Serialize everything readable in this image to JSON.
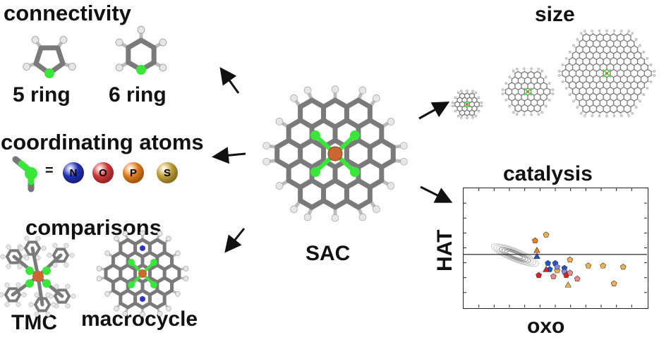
{
  "labels": {
    "connectivity": "connectivity",
    "ring5": "5 ring",
    "ring6": "6 ring",
    "coordinating": "coordinating atoms",
    "comparisons": "comparisons",
    "tmc": "TMC",
    "macrocycle": "macrocycle",
    "sac": "SAC",
    "size": "size",
    "catalysis": "catalysis"
  },
  "equals_sign": "=",
  "coordinating_atoms": [
    {
      "symbol": "N",
      "color": "#2233bb",
      "text_color": "#000"
    },
    {
      "symbol": "O",
      "color": "#d93a3a",
      "text_color": "#000"
    },
    {
      "symbol": "P",
      "color": "#e8821e",
      "text_color": "#000"
    },
    {
      "symbol": "S",
      "color": "#c9a53a",
      "text_color": "#000"
    }
  ],
  "colors": {
    "carbon": "#7a7a7a",
    "hydrogen": "#e6e6e6",
    "coordinating": "#39e639",
    "metal": "#cc6633",
    "macro_n": "#3333cc"
  },
  "chart_data": {
    "type": "scatter",
    "xlabel": "oxo",
    "ylabel": "HAT",
    "x_ticks": 12,
    "y_ticks": 8,
    "zero_line_y": 0.555,
    "series": [
      {
        "marker": "triangle",
        "color": "#e8821e",
        "points": [
          [
            0.4,
            0.52
          ]
        ]
      },
      {
        "marker": "pentagon",
        "color": "#e8821e",
        "points": [
          [
            0.39,
            0.44
          ]
        ]
      },
      {
        "marker": "pentagon",
        "color": "#f0b050",
        "points": [
          [
            0.45,
            0.39
          ],
          [
            0.58,
            0.6
          ],
          [
            0.68,
            0.65
          ],
          [
            0.76,
            0.65
          ],
          [
            0.87,
            0.66
          ],
          [
            0.82,
            0.8
          ],
          [
            0.51,
            0.69
          ]
        ]
      },
      {
        "marker": "triangle",
        "color": "#e8b84a",
        "points": [
          [
            0.4,
            0.57
          ],
          [
            0.57,
            0.81
          ]
        ]
      },
      {
        "marker": "triangle",
        "color": "#2255cc",
        "points": [
          [
            0.4,
            0.57
          ]
        ]
      },
      {
        "marker": "pentagon",
        "color": "#2255cc",
        "points": [
          [
            0.46,
            0.63
          ],
          [
            0.47,
            0.68
          ],
          [
            0.5,
            0.63
          ],
          [
            0.55,
            0.67
          ]
        ]
      },
      {
        "marker": "pentagon",
        "color": "#8888dd",
        "points": [
          [
            0.51,
            0.66
          ],
          [
            0.55,
            0.7
          ]
        ]
      },
      {
        "marker": "triangle",
        "color": "#dd2222",
        "points": [
          [
            0.45,
            0.68
          ]
        ]
      },
      {
        "marker": "pentagon",
        "color": "#dd2222",
        "points": [
          [
            0.41,
            0.73
          ],
          [
            0.56,
            0.73
          ]
        ]
      },
      {
        "marker": "pentagon",
        "color": "#ee8888",
        "points": [
          [
            0.49,
            0.74
          ],
          [
            0.58,
            0.71
          ],
          [
            0.62,
            0.76
          ]
        ]
      }
    ],
    "series_note_types": "markers",
    "density_center": [
      0.28,
      0.56
    ]
  }
}
